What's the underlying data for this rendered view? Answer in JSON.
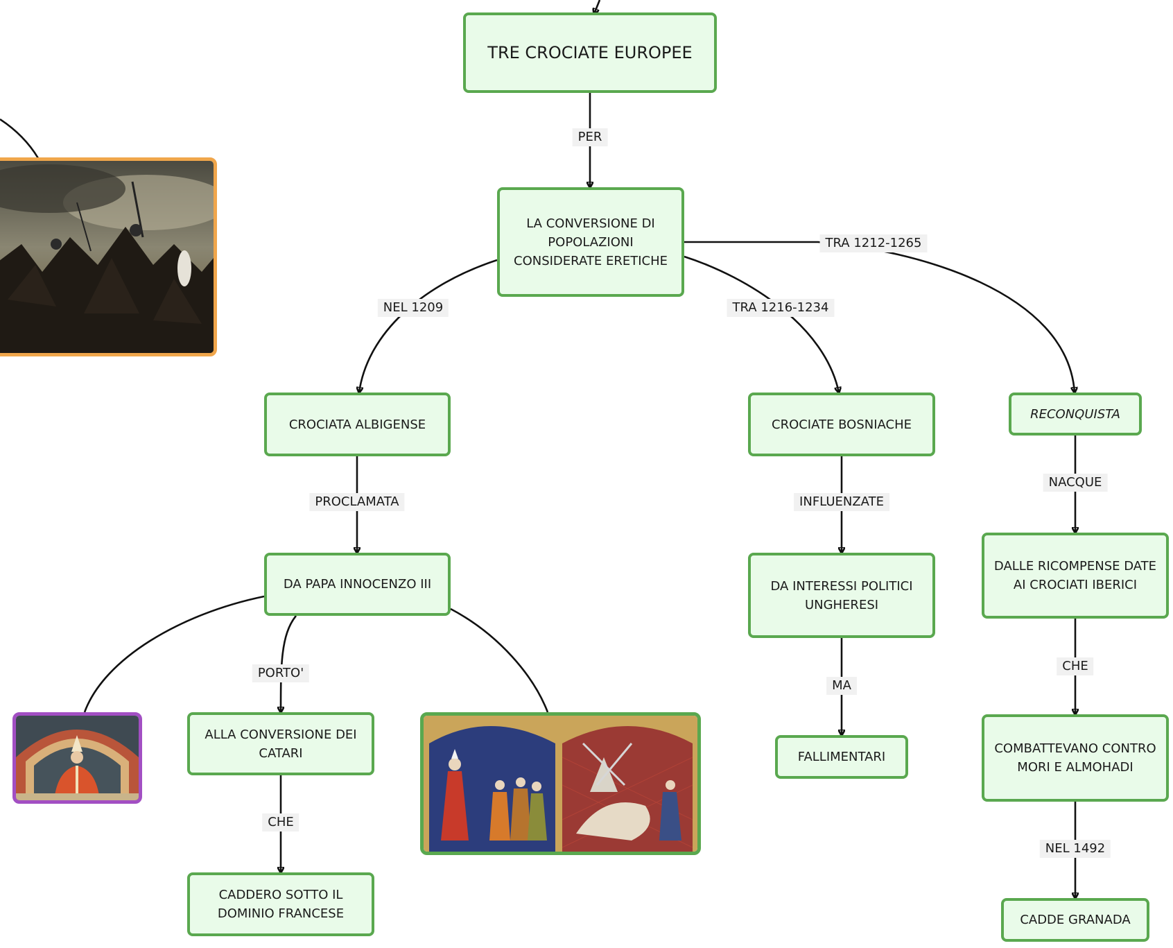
{
  "nodes": {
    "title": "TRE CROCIATE EUROPEE",
    "conversion": "LA CONVERSIONE DI POPOLAZIONI CONSIDERATE ERETICHE",
    "albigensian": "CROCIATA ALBIGENSE",
    "bosnian": "CROCIATE BOSNIACHE",
    "reconquista": "RECONQUISTA",
    "pope": "DA PAPA INNOCENZO III",
    "hungarian": "DA INTERESSI POLITICI UNGHERESI",
    "rewards": "DALLE RICOMPENSE DATE AI CROCIATI IBERICI",
    "cathars": "ALLA CONVERSIONE DEI CATARI",
    "french": "CADDERO SOTTO IL DOMINIO FRANCESE",
    "failed": "FALLIMENTARI",
    "fought": "COMBATTEVANO CONTRO MORI E ALMOHADI",
    "granada": "CADDE GRANADA"
  },
  "links": {
    "per": "PER",
    "nel1209": "NEL 1209",
    "tra1216": "TRA 1216-1234",
    "tra1212": "TRA 1212-1265",
    "proclamata": "PROCLAMATA",
    "influenzate": "INFLUENZATE",
    "nacque": "NACQUE",
    "porto": "PORTO'",
    "che1": "CHE",
    "ma": "MA",
    "che2": "CHE",
    "nel1492": "NEL 1492"
  },
  "images": {
    "battle": "battle-painting",
    "pope": "pope-fresco",
    "manuscript": "medieval-manuscript"
  },
  "colors": {
    "node_fill": "#e9fbe9",
    "node_border": "#5aa84f",
    "battle_border": "#f0a64b",
    "pope_border": "#a24fc3",
    "manuscript_border": "#5aa84f"
  }
}
